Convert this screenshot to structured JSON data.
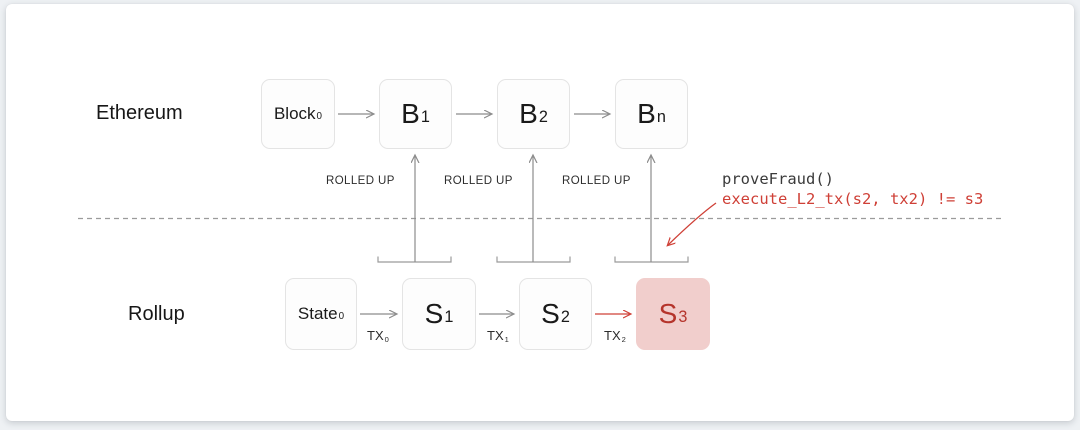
{
  "page": {
    "bg_color": "#eef1f4",
    "card_color": "#ffffff"
  },
  "colors": {
    "line_gray": "#8c8c8c",
    "dashed_divider_gray": "#9b9b9b",
    "accent_red": "#cf4037",
    "bad_state_fill": "#f1cecc",
    "bad_state_text": "#b5342b",
    "text_dark": "#1a1a1a"
  },
  "ethereum_row": {
    "label": "Ethereum",
    "nodes": [
      {
        "main": "Block",
        "sub": "0"
      },
      {
        "main": "B",
        "sub": "1"
      },
      {
        "main": "B",
        "sub": "2"
      },
      {
        "main": "B",
        "sub": "n"
      }
    ]
  },
  "rollup_row": {
    "label": "Rollup",
    "nodes": [
      {
        "main": "State",
        "sub": "0"
      },
      {
        "main": "S",
        "sub": "1"
      },
      {
        "main": "S",
        "sub": "2"
      },
      {
        "main": "S",
        "sub": "3"
      }
    ]
  },
  "tx_labels": [
    {
      "main": "TX",
      "sub": "0"
    },
    {
      "main": "TX",
      "sub": "1"
    },
    {
      "main": "TX",
      "sub": "2"
    }
  ],
  "rolled_up_labels": [
    {
      "text": "ROLLED UP"
    },
    {
      "text": "ROLLED UP"
    },
    {
      "text": "ROLLED UP"
    }
  ],
  "fraud_annotation": {
    "line1": "proveFraud()",
    "line2": "execute_L2_tx(s2, tx2) != s3"
  }
}
